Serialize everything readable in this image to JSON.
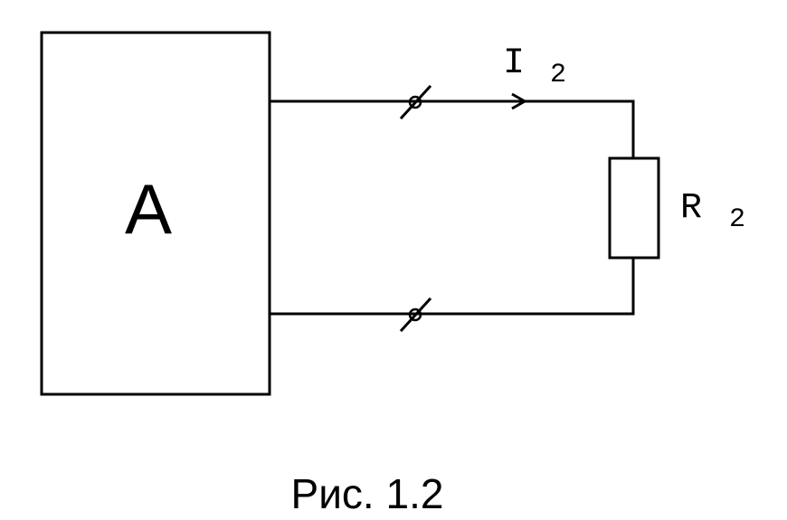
{
  "block": {
    "label": "A"
  },
  "current": {
    "symbol": "I",
    "subscript": "2"
  },
  "resistor": {
    "symbol": "R",
    "subscript": "2"
  },
  "caption": "Рис. 1.2"
}
